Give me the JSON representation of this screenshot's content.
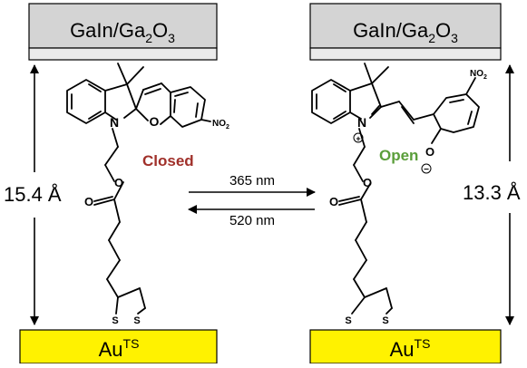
{
  "top_electrode": {
    "left": {
      "main": "GaIn/Ga",
      "sub": "2",
      "tail": "O",
      "sub2": "3"
    },
    "right": {
      "main": "GaIn/Ga",
      "sub": "2",
      "tail": "O",
      "sub2": "3"
    }
  },
  "bottom_electrode": {
    "left": {
      "main": "Au",
      "sup": "TS"
    },
    "right": {
      "main": "Au",
      "sup": "TS"
    }
  },
  "distances": {
    "closed": "15.4 Å",
    "open": "13.3 Å"
  },
  "states": {
    "closed": "Closed",
    "open": "Open"
  },
  "wavelengths": {
    "forward": "365 nm",
    "reverse": "520 nm"
  },
  "atoms": {
    "nitrogen": "N",
    "oxygen": "O",
    "sulfur": "S",
    "nitro": "NO",
    "nitro_sub": "2",
    "plus": "+",
    "minus": "−"
  },
  "colors": {
    "closed_label": "#a0302a",
    "open_label": "#5a9e3a",
    "gold": "#fff200",
    "gray": "#d4d4d4"
  }
}
